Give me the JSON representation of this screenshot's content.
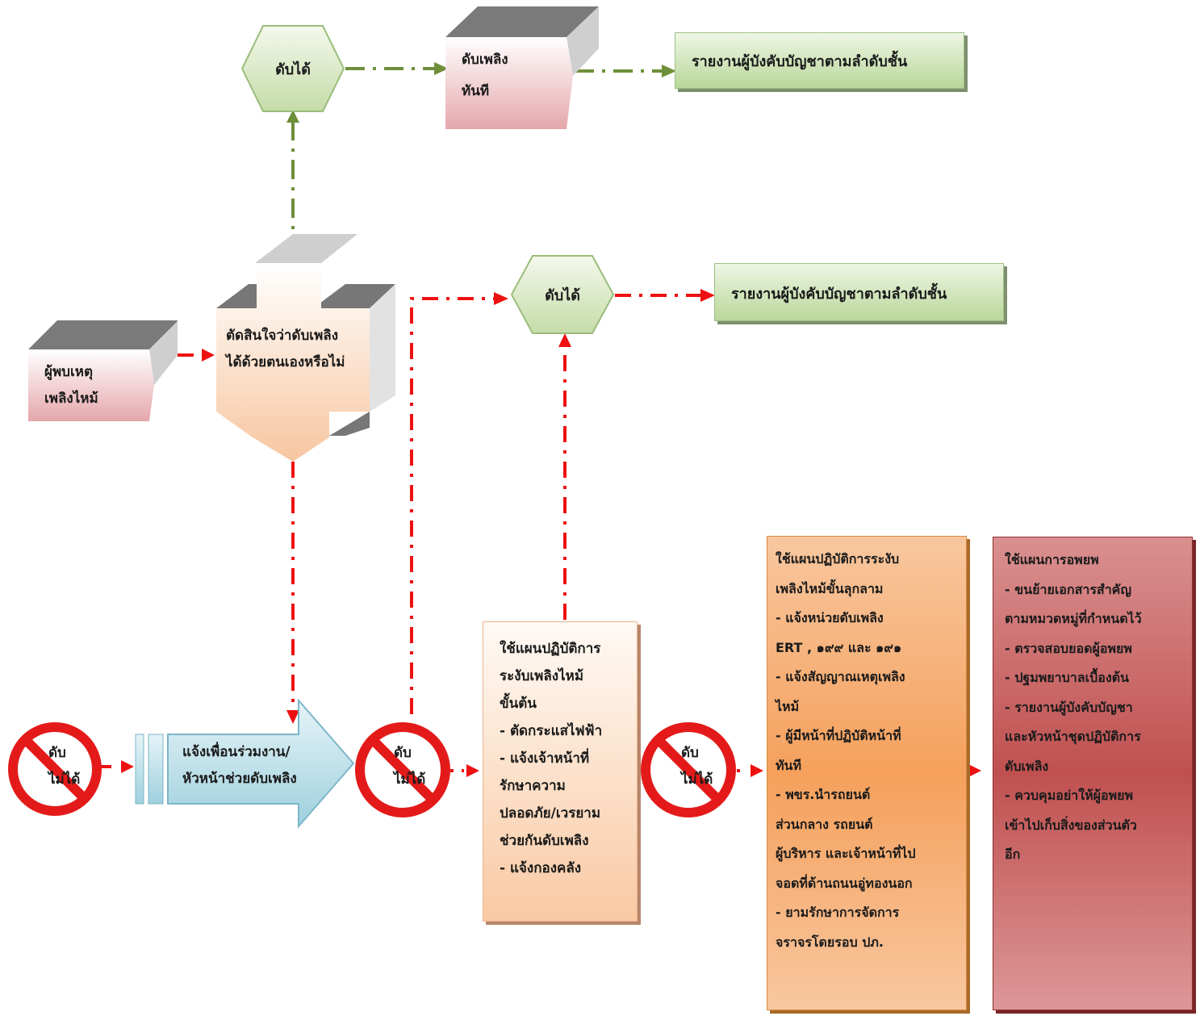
{
  "top": {
    "hex_label": "ดับได้",
    "extinguish": [
      "ดับเพลิง",
      "ทันที"
    ],
    "report": "รายงานผู้บังคับบัญชาตามลำดับชั้น"
  },
  "mid": {
    "hex_label": "ดับได้",
    "report": "รายงานผู้บังคับบัญชาตามลำดับชั้น"
  },
  "finder": [
    "ผู้พบเหตุ",
    "เพลิงไหม้"
  ],
  "decide": [
    "ตัดสินใจว่าดับเพลิง",
    "ได้ด้วยตนเองหรือไม่"
  ],
  "notify": [
    "แจ้งเพื่อนร่วมงาน/",
    "หัวหน้าช่วยดับเพลิง"
  ],
  "cannot": [
    "ดับ",
    "ไม่ได้"
  ],
  "plan_initial": [
    "ใช้แผนปฏิบัติการ",
    "ระงับเพลิงไหม้",
    "ขั้นต้น",
    "- ตัดกระแสไฟฟ้า",
    "- แจ้งเจ้าหน้าที่",
    "รักษาความ",
    "ปลอดภัย/เวรยาม",
    "ช่วยกันดับเพลิง",
    "- แจ้งกองคลัง"
  ],
  "plan_escalated": [
    "ใช้แผนปฏิบัติการระงับ",
    "เพลิงไหม้ขั้นลุกลาม",
    "- แจ้งหน่วยดับเพลิง",
    "ERT , ๑๙๙ และ ๑๙๑",
    "- แจ้งสัญญาณเหตุเพลิง",
    "ไหม้",
    "- ผู้มีหน้าที่ปฏิบัติหน้าที่",
    "ทันที",
    "- พขร.นำรถยนต์",
    "ส่วนกลาง รถยนต์",
    "ผู้บริหาร และเจ้าหน้าที่ไป",
    "จอดที่ด้านถนนอู่ทองนอก",
    "- ยามรักษาการจัดการ",
    "จราจรโดยรอบ ปภ."
  ],
  "plan_evacuate": [
    "ใช้แผนการอพยพ",
    "- ขนย้ายเอกสารสำคัญ",
    "ตามหมวดหมู่ที่กำหนดไว้",
    "- ตรวจสอบยอดผู้อพยพ",
    "- ปฐมพยาบาลเบื้องต้น",
    "- รายงานผู้บังคับบัญชา",
    "และหัวหน้าชุดปฏิบัติการ",
    "ดับเพลิง",
    "- ควบคุมอย่าให้ผู้อพยพ",
    "เข้าไปเก็บสิ่งของส่วนตัว",
    "อีก"
  ],
  "colors": {
    "green_line": "#6f8f3a",
    "red_line": "#ee1111",
    "no_sign": "#e41a1a"
  }
}
